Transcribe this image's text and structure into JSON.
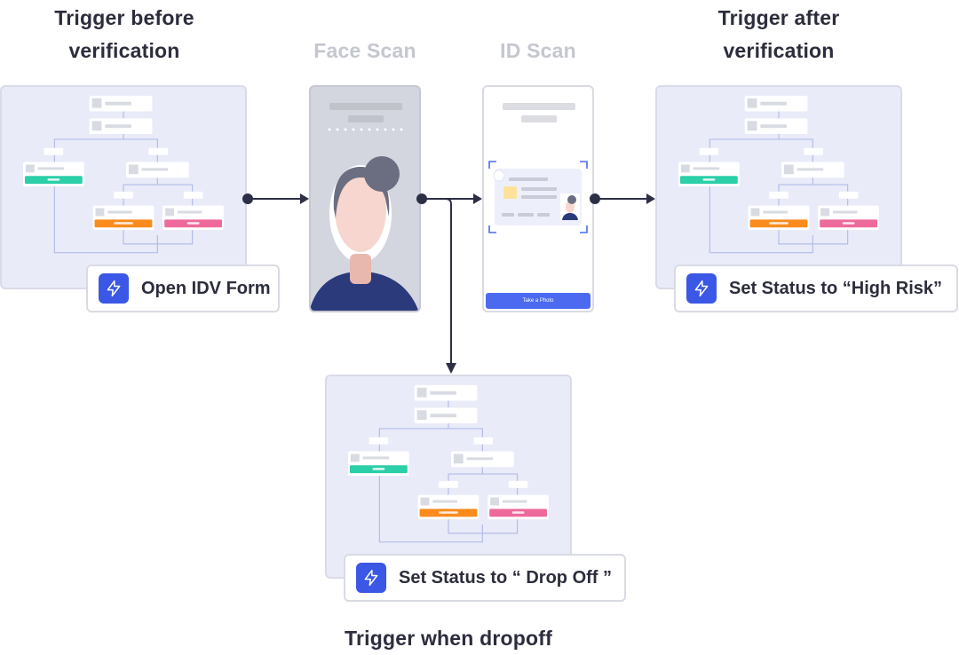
{
  "headings": {
    "trigger_before": "Trigger before verification",
    "face_scan": "Face Scan",
    "id_scan": "ID Scan",
    "trigger_after": "Trigger after verification",
    "trigger_dropoff": "Trigger when dropoff"
  },
  "actions": {
    "open_idv_form": "Open IDV Form",
    "set_high_risk": "Set Status to “High Risk”",
    "set_drop_off": "Set Status to “ Drop Off ”"
  },
  "id_scan": {
    "take_photo_label": "Take a Photo"
  },
  "colors": {
    "accent": "#3b57e6",
    "arrow": "#2c2f45",
    "panel": "#e9ebf9",
    "pass": "#2bcfa8",
    "review": "#fb8b1d",
    "fail": "#ee6a9c"
  },
  "icons": {
    "action": "lightning-bolt-icon"
  }
}
